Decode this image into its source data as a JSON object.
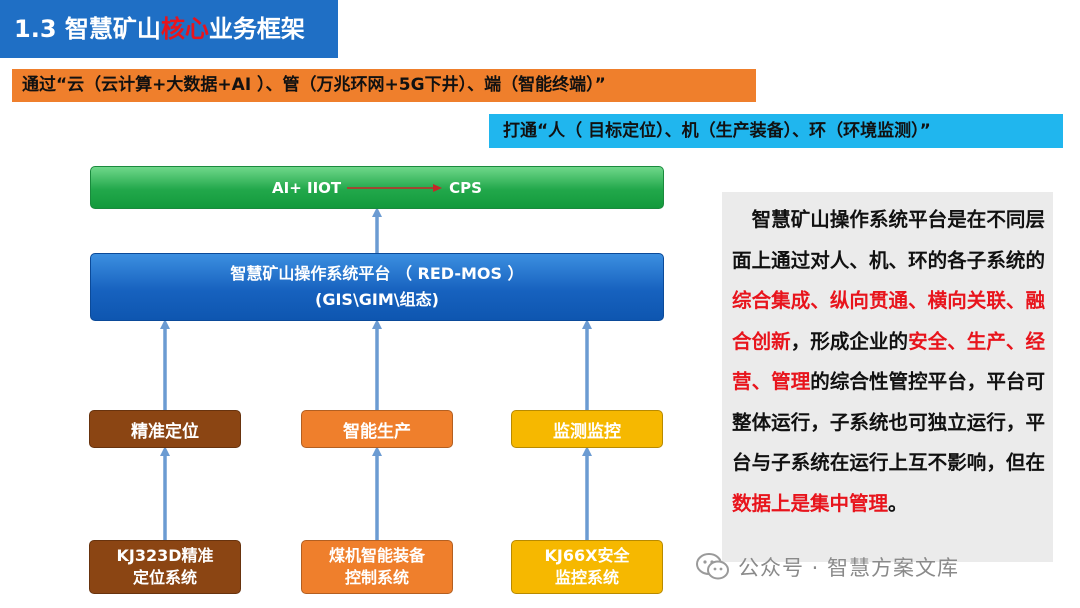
{
  "title": {
    "prefix": "1.3 智慧矿山",
    "highlight": "核心",
    "suffix": "业务框架"
  },
  "subtitle1": "通过“云（云计算+大数据+AI ）、管（万兆环网+5G下井）、端（智能终端）”",
  "subtitle2": "打通“人（ 目标定位）、机（生产装备）、环（环境监测）”",
  "top_box": {
    "left": "AI+ IIOT",
    "right": "CPS"
  },
  "platform": {
    "line1": "智慧矿山操作系统平台 （ RED-MOS ）",
    "line2": "(GIS\\GIM\\组态)"
  },
  "modules": [
    {
      "label": "精准定位",
      "system_line1": "KJ323D精准",
      "system_line2": "定位系统"
    },
    {
      "label": "智能生产",
      "system_line1": "煤机智能装备",
      "system_line2": "控制系统"
    },
    {
      "label": "监测监控",
      "system_line1": "KJ66X安全",
      "system_line2": "监控系统"
    }
  ],
  "description": {
    "p1": "　智慧矿山操作系统平台是在不同层面上通过对人、机、环的各子系统的",
    "r1": "综合集成、纵向贯通、横向关联、融合创新",
    "p2": "，形成企业的",
    "r2": "安全、生产、经营、管理",
    "p3": "的综合性管控平台，平台可整体运行，子系统也可独立运行，平台与子系统在运行上互不影响，但在",
    "r3": "数据上是集中管理",
    "p4": "。"
  },
  "watermark": "公众号 · 智慧方案文库",
  "colors": {
    "title_bg": "#1f6fc5",
    "highlight_red": "#e8141c",
    "subtitle1_bg": "#ef7f2c",
    "subtitle2_bg": "#20b6ee",
    "top_box_green": "#22a84b",
    "platform_blue": "#1762bf",
    "module_brown": "#8b4513",
    "module_orange": "#ef7f2c",
    "module_yellow": "#f6b800",
    "arrow_blue": "#6b9bd2"
  }
}
